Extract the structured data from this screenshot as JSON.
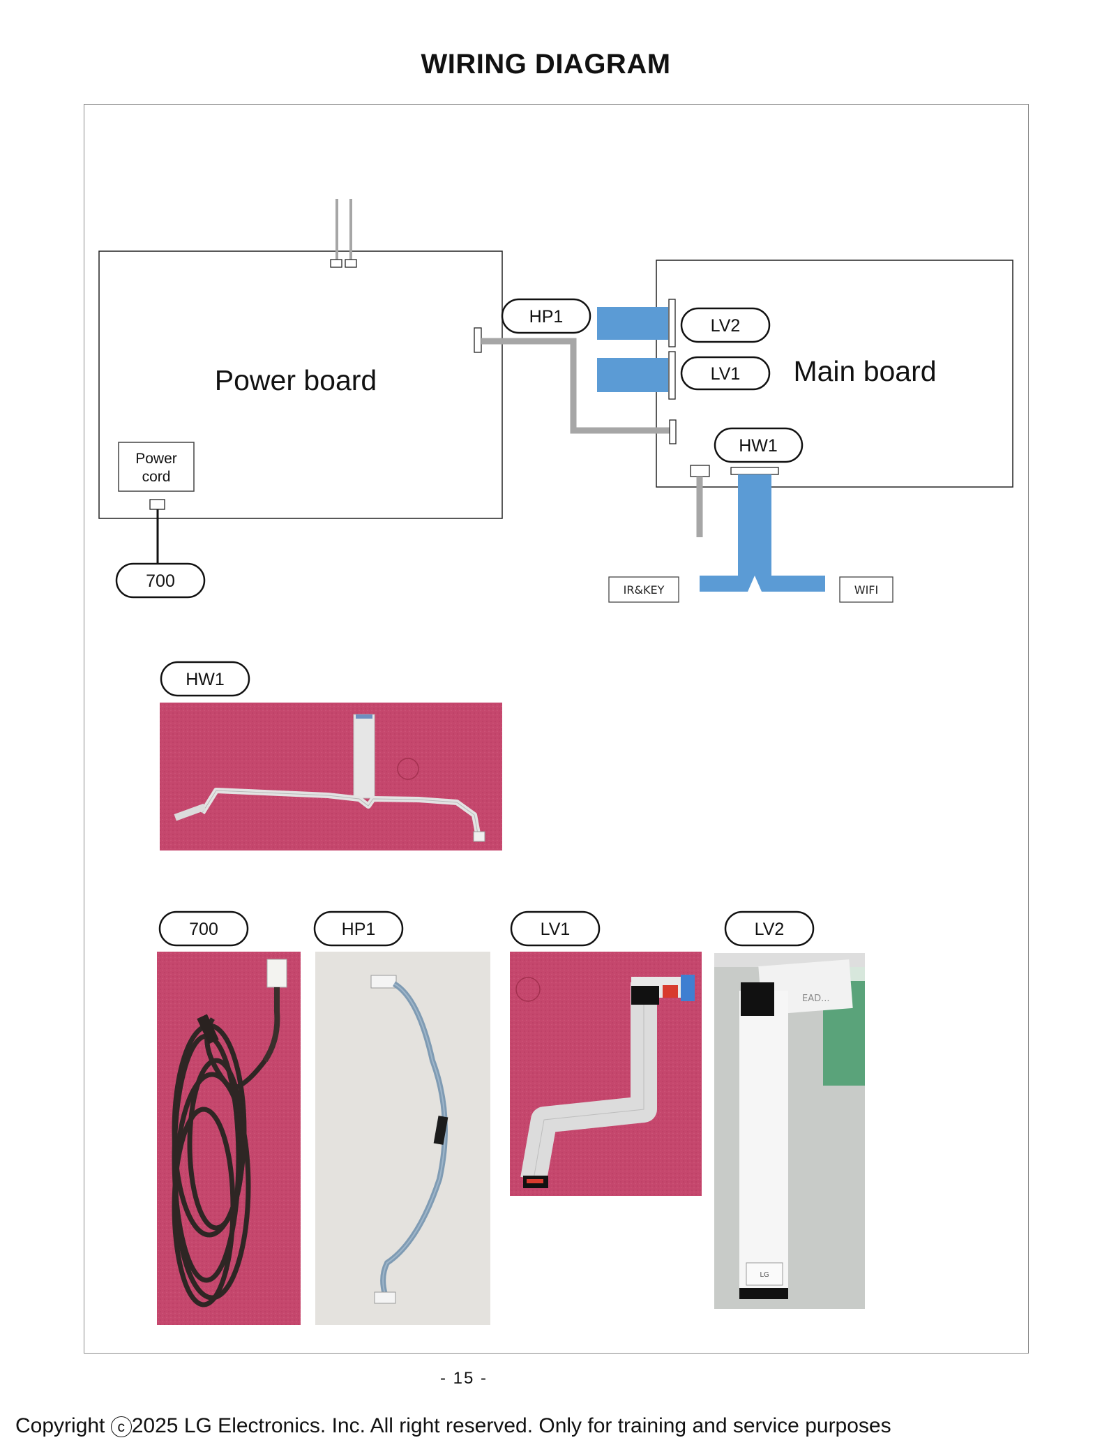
{
  "page_title": "WIRING DIAGRAM",
  "boards": {
    "power_board": "Power board",
    "main_board": "Main board",
    "power_cord_line1": "Power",
    "power_cord_line2": "cord"
  },
  "connectors": {
    "hp1": "HP1",
    "lv2": "LV2",
    "lv1": "LV1",
    "hw1": "HW1",
    "c700": "700",
    "ir_key": "IR&KEY",
    "wifi": "WIFI"
  },
  "photo_labels": {
    "hw1": "HW1",
    "c700": "700",
    "hp1": "HP1",
    "lv1": "LV1",
    "lv2": "LV2"
  },
  "photo_lettering": {
    "lv2_cable_print": "EAD...",
    "lv2_tag": "LG"
  },
  "colors": {
    "cable_blue": "#5b9bd5",
    "cable_gray": "#a6a6a6",
    "photo_bg_pink": "#c2456a",
    "photo_bg_gray": "#e4e2de"
  },
  "footer": {
    "page_number": "- 15 -",
    "copyright_prefix": "Copyright",
    "copyright_symbol": "c",
    "copyright_rest": "2025   LG Electronics. Inc. All right reserved. Only for training and service purposes"
  }
}
